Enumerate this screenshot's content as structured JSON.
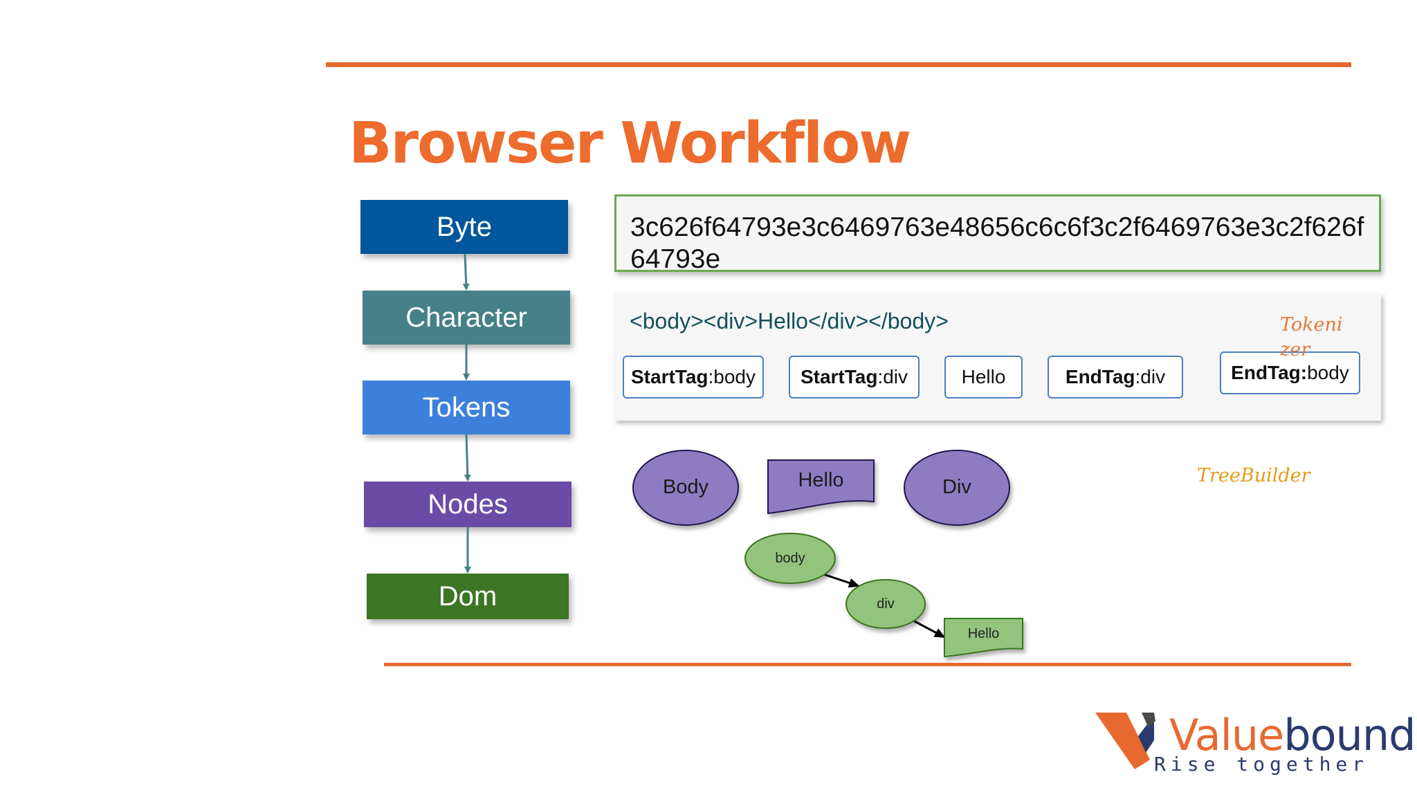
{
  "title": "Browser Workflow",
  "stages": [
    {
      "label": "Byte",
      "color": "#02569b"
    },
    {
      "label": "Character",
      "color": "#468088"
    },
    {
      "label": "Tokens",
      "color": "#3d80dc"
    },
    {
      "label": "Nodes",
      "color": "#6a4ca6"
    },
    {
      "label": "Dom",
      "color": "#3c7624"
    }
  ],
  "hex_bytes": "3c626f64793e3c6469763e48656c6c6f3c2f6469763e3c2f626f64793e",
  "markup": "<body><div>Hello</div></body>",
  "tokens": [
    {
      "kind": "StartTag",
      "sep": ":",
      "value": "body"
    },
    {
      "kind": "StartTag",
      "sep": ":",
      "value": "div"
    },
    {
      "kind": "",
      "sep": "",
      "value": "Hello"
    },
    {
      "kind": "EndTag",
      "sep": ":",
      "value": "div"
    },
    {
      "kind": "EndTag:",
      "sep": "",
      "value": "body"
    }
  ],
  "tokenizer_caption": "Tokenizer",
  "treebuilder_caption": "TreeBuilder",
  "nodes": [
    "Body",
    "Hello",
    "Div"
  ],
  "dom_tree": [
    "body",
    "div",
    "Hello"
  ],
  "logo": {
    "name_prefix": "Value",
    "name_suffix": "bound",
    "tagline": "Rise together"
  },
  "colors": {
    "accent": "#e8692f",
    "node_fill": "#8e7cc3",
    "dom_fill": "#93c47d",
    "hex_border": "#6aa84f",
    "token_border": "#4a7fc1"
  }
}
